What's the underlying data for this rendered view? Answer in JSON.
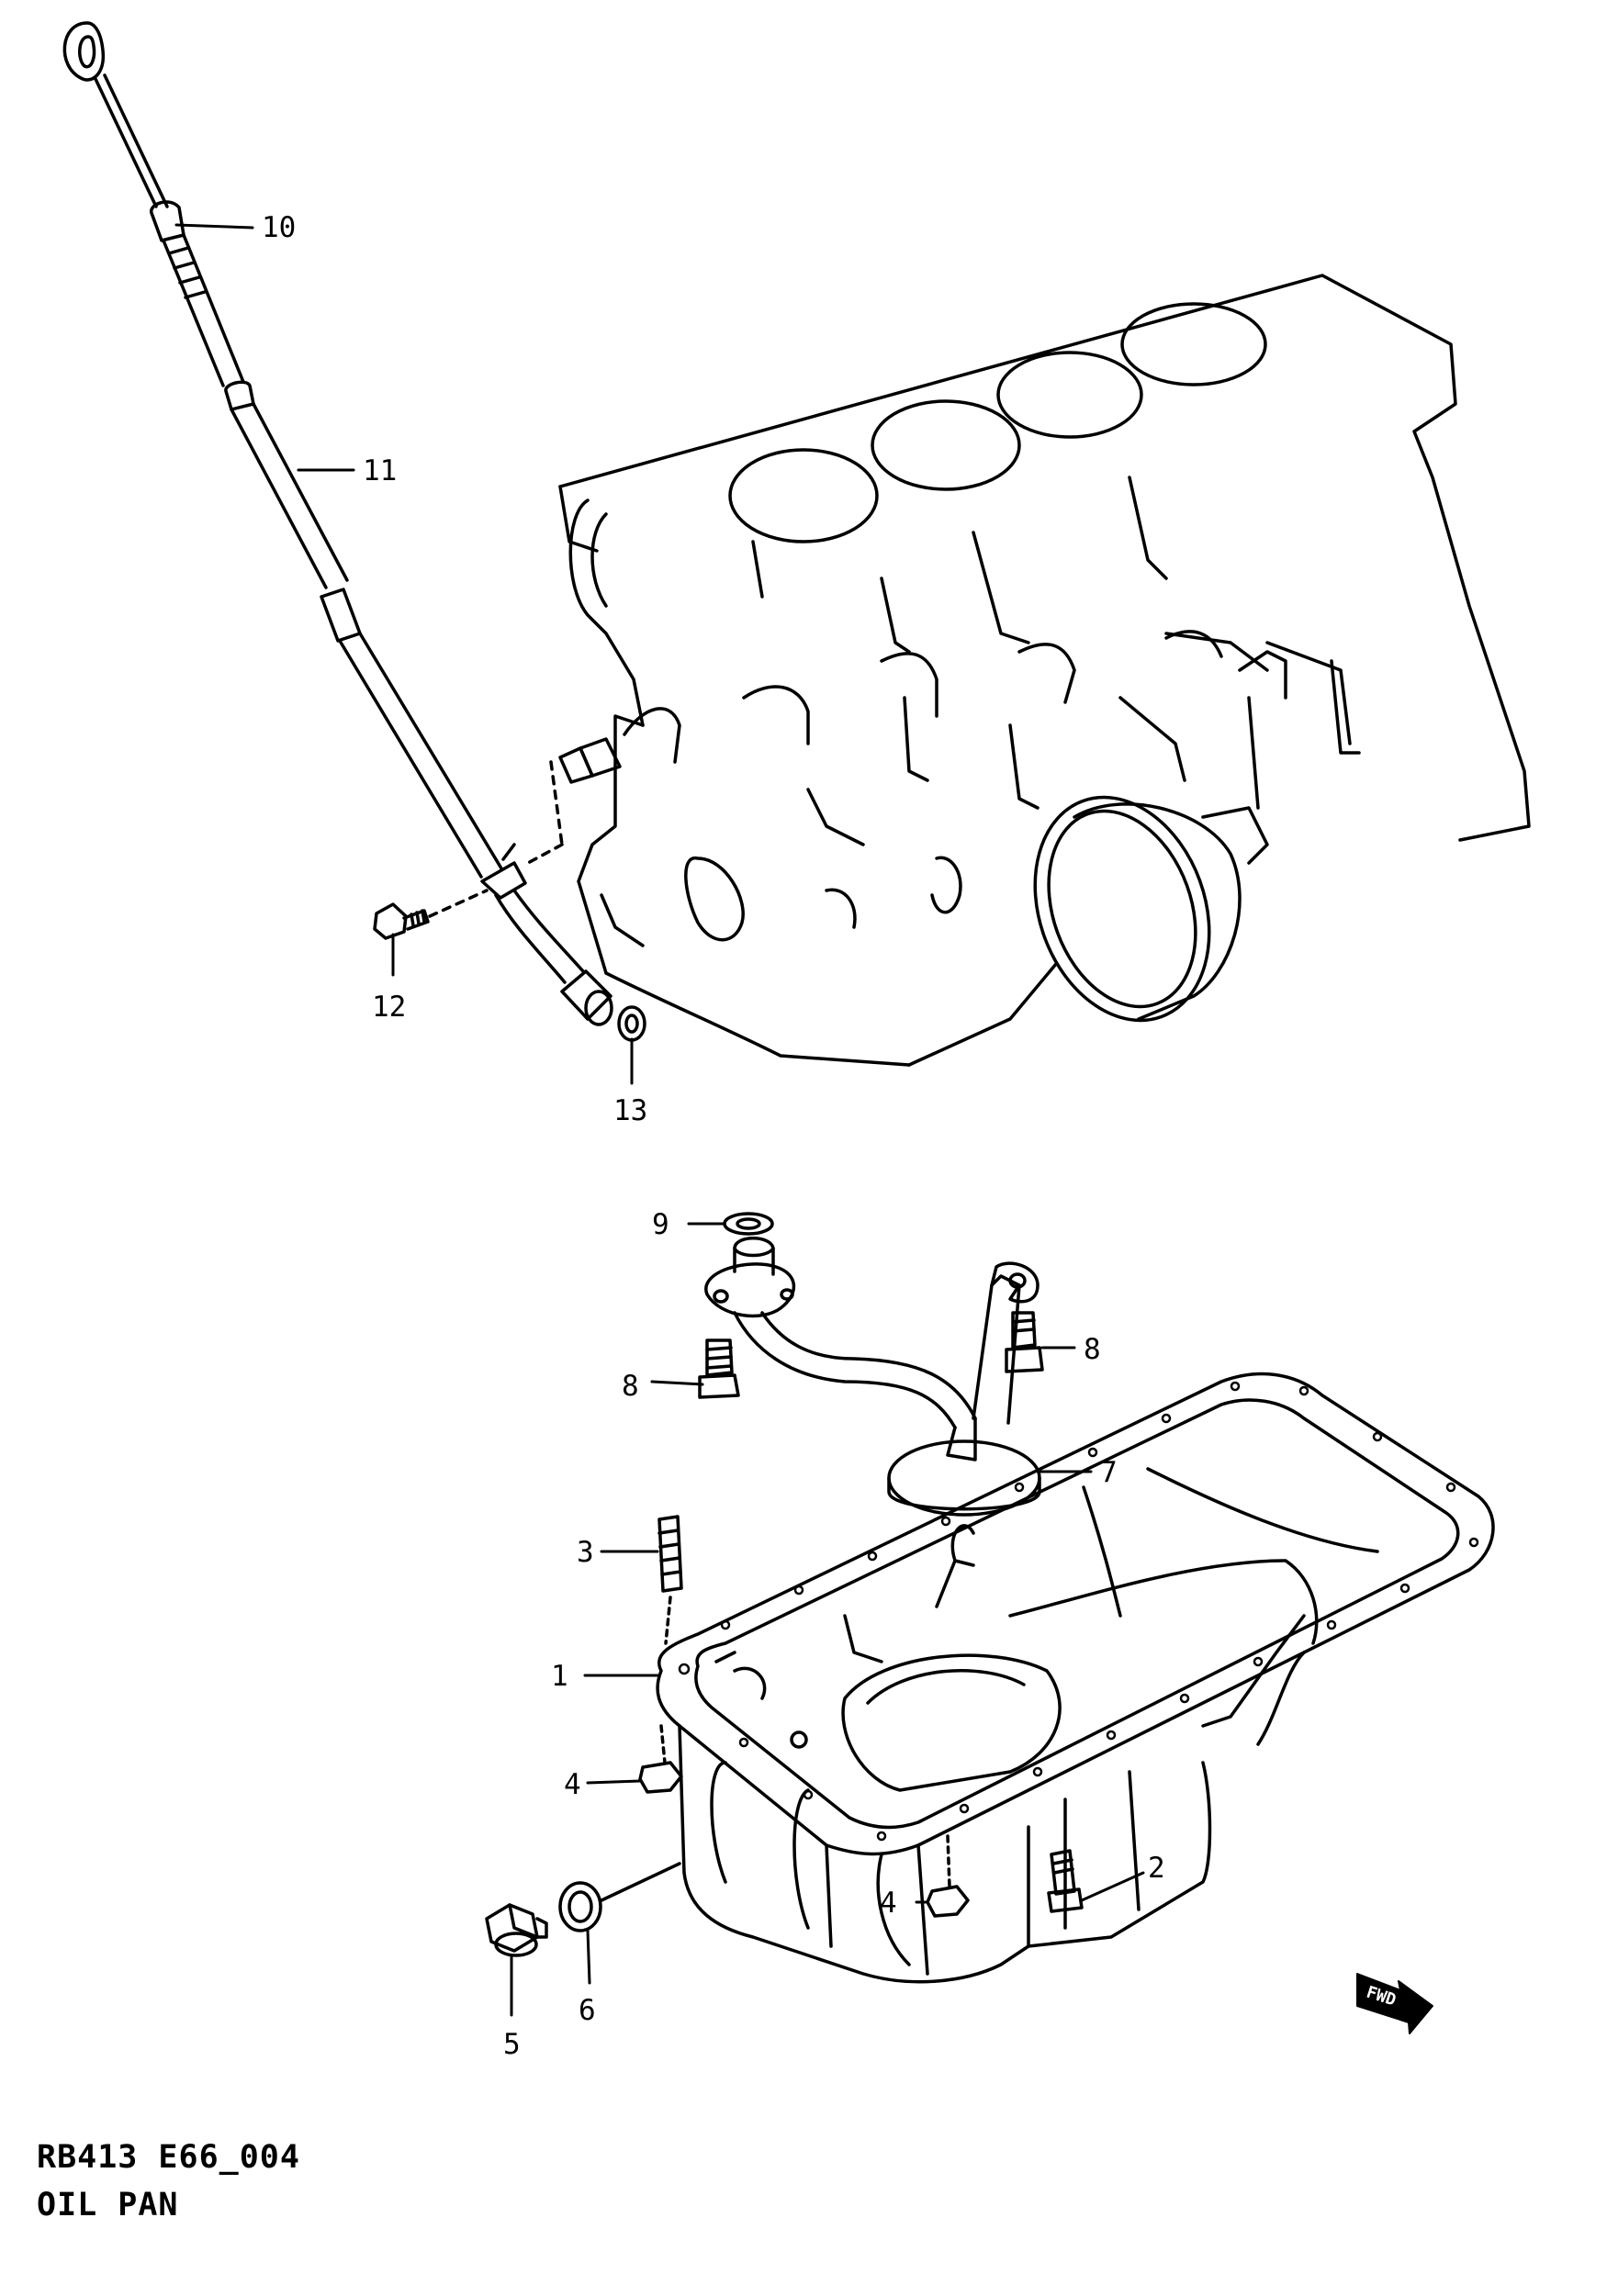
{
  "diagram": {
    "code": "RB413 E66_004",
    "title": "OIL PAN",
    "fwd_label": "FWD",
    "colors": {
      "ink": "#000000",
      "background": "#ffffff"
    },
    "labels": [
      "10",
      "11",
      "12",
      "13",
      "9",
      "8",
      "8",
      "7",
      "3",
      "1",
      "4",
      "2",
      "4",
      "5",
      "6"
    ]
  }
}
